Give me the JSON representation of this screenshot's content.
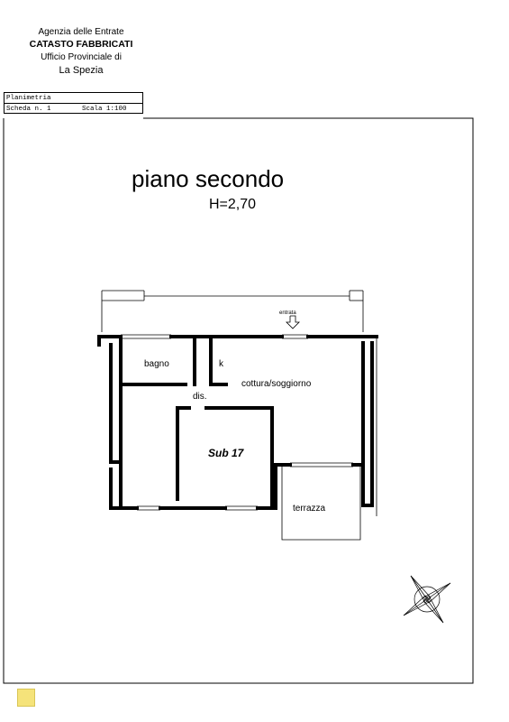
{
  "header": {
    "agency": "Agenzia delle Entrate",
    "registry": "CATASTO FABBRICATI",
    "office": "Ufficio Provinciale di",
    "city": "La Spezia"
  },
  "meta": {
    "document_type": "Planimetria",
    "sheet": "Scheda n. 1",
    "scale": "Scala 1:100"
  },
  "plan": {
    "floor_title": "piano secondo",
    "height": "H=2,70",
    "entrance": "entrata",
    "rooms": {
      "bagno": "bagno",
      "k": "k",
      "cottura": "cottura/soggiorno",
      "dis": "dis.",
      "terrazza": "terrazza"
    },
    "unit": "Sub 17"
  },
  "colors": {
    "marker": "#f5e37a",
    "walls": "#000000"
  }
}
